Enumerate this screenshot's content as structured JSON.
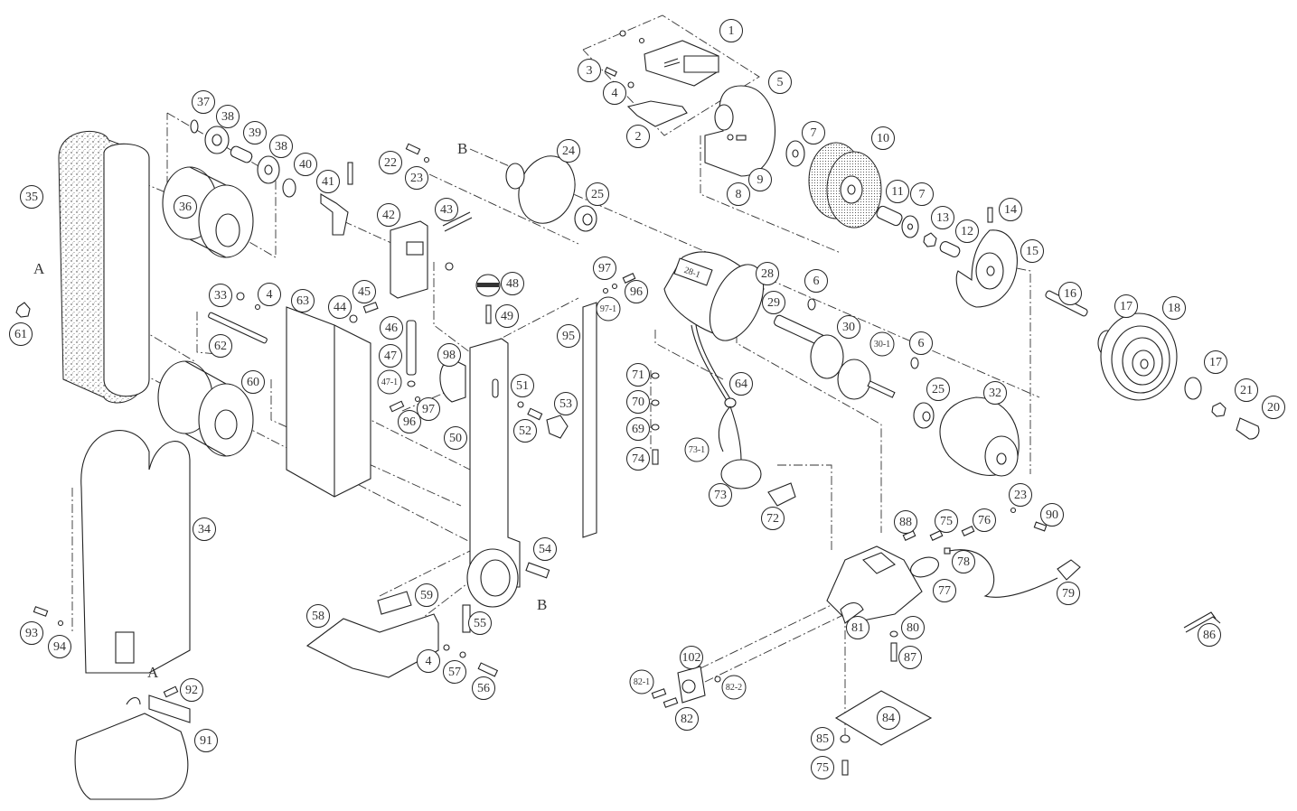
{
  "diagram": {
    "type": "exploded-parts-view",
    "reference_letters": [
      "A",
      "B"
    ],
    "motor_nameplate": "28-1",
    "parts": [
      {
        "id": "1"
      },
      {
        "id": "2"
      },
      {
        "id": "3"
      },
      {
        "id": "4"
      },
      {
        "id": "5"
      },
      {
        "id": "6"
      },
      {
        "id": "7"
      },
      {
        "id": "8"
      },
      {
        "id": "9"
      },
      {
        "id": "10"
      },
      {
        "id": "11"
      },
      {
        "id": "12"
      },
      {
        "id": "13"
      },
      {
        "id": "14"
      },
      {
        "id": "15"
      },
      {
        "id": "16"
      },
      {
        "id": "17"
      },
      {
        "id": "18"
      },
      {
        "id": "20"
      },
      {
        "id": "21"
      },
      {
        "id": "22"
      },
      {
        "id": "23"
      },
      {
        "id": "24"
      },
      {
        "id": "25"
      },
      {
        "id": "28"
      },
      {
        "id": "29"
      },
      {
        "id": "30"
      },
      {
        "id": "30-1"
      },
      {
        "id": "32"
      },
      {
        "id": "33"
      },
      {
        "id": "34"
      },
      {
        "id": "35"
      },
      {
        "id": "36"
      },
      {
        "id": "37"
      },
      {
        "id": "38"
      },
      {
        "id": "39"
      },
      {
        "id": "40"
      },
      {
        "id": "41"
      },
      {
        "id": "42"
      },
      {
        "id": "43"
      },
      {
        "id": "44"
      },
      {
        "id": "45"
      },
      {
        "id": "46"
      },
      {
        "id": "47"
      },
      {
        "id": "47-1"
      },
      {
        "id": "48"
      },
      {
        "id": "49"
      },
      {
        "id": "50"
      },
      {
        "id": "51"
      },
      {
        "id": "52"
      },
      {
        "id": "53"
      },
      {
        "id": "54"
      },
      {
        "id": "55"
      },
      {
        "id": "56"
      },
      {
        "id": "57"
      },
      {
        "id": "58"
      },
      {
        "id": "59"
      },
      {
        "id": "60"
      },
      {
        "id": "61"
      },
      {
        "id": "62"
      },
      {
        "id": "63"
      },
      {
        "id": "64"
      },
      {
        "id": "69"
      },
      {
        "id": "70"
      },
      {
        "id": "71"
      },
      {
        "id": "72"
      },
      {
        "id": "73"
      },
      {
        "id": "73-1"
      },
      {
        "id": "74"
      },
      {
        "id": "75"
      },
      {
        "id": "76"
      },
      {
        "id": "77"
      },
      {
        "id": "78"
      },
      {
        "id": "79"
      },
      {
        "id": "80"
      },
      {
        "id": "81"
      },
      {
        "id": "82"
      },
      {
        "id": "82-1"
      },
      {
        "id": "82-2"
      },
      {
        "id": "84"
      },
      {
        "id": "85"
      },
      {
        "id": "86"
      },
      {
        "id": "87"
      },
      {
        "id": "88"
      },
      {
        "id": "90"
      },
      {
        "id": "91"
      },
      {
        "id": "92"
      },
      {
        "id": "93"
      },
      {
        "id": "94"
      },
      {
        "id": "95"
      },
      {
        "id": "96"
      },
      {
        "id": "97"
      },
      {
        "id": "97-1"
      },
      {
        "id": "98"
      },
      {
        "id": "102"
      }
    ],
    "callouts": [
      "1",
      "3",
      "4",
      "2",
      "5",
      "7",
      "8",
      "9",
      "10",
      "11",
      "7",
      "13",
      "12",
      "14",
      "15",
      "16",
      "17",
      "18",
      "17",
      "21",
      "20",
      "6",
      "30",
      "30-1",
      "6",
      "25",
      "32",
      "23",
      "90",
      "28",
      "29",
      "37",
      "38",
      "39",
      "38",
      "40",
      "41",
      "22",
      "23",
      "24",
      "25",
      "36",
      "35",
      "42",
      "43",
      "44",
      "45",
      "48",
      "49",
      "46",
      "47",
      "47-1",
      "33",
      "4",
      "63",
      "61",
      "62",
      "60",
      "97",
      "96",
      "97-1",
      "95",
      "98",
      "96",
      "97",
      "51",
      "52",
      "53",
      "50",
      "71",
      "70",
      "69",
      "74",
      "64",
      "73-1",
      "73",
      "72",
      "88",
      "75",
      "76",
      "78",
      "79",
      "77",
      "81",
      "80",
      "87",
      "102",
      "82-1",
      "82-2",
      "82",
      "84",
      "85",
      "75",
      "34",
      "54",
      "55",
      "59",
      "58",
      "4",
      "57",
      "56",
      "93",
      "94",
      "92",
      "91",
      "86"
    ]
  }
}
